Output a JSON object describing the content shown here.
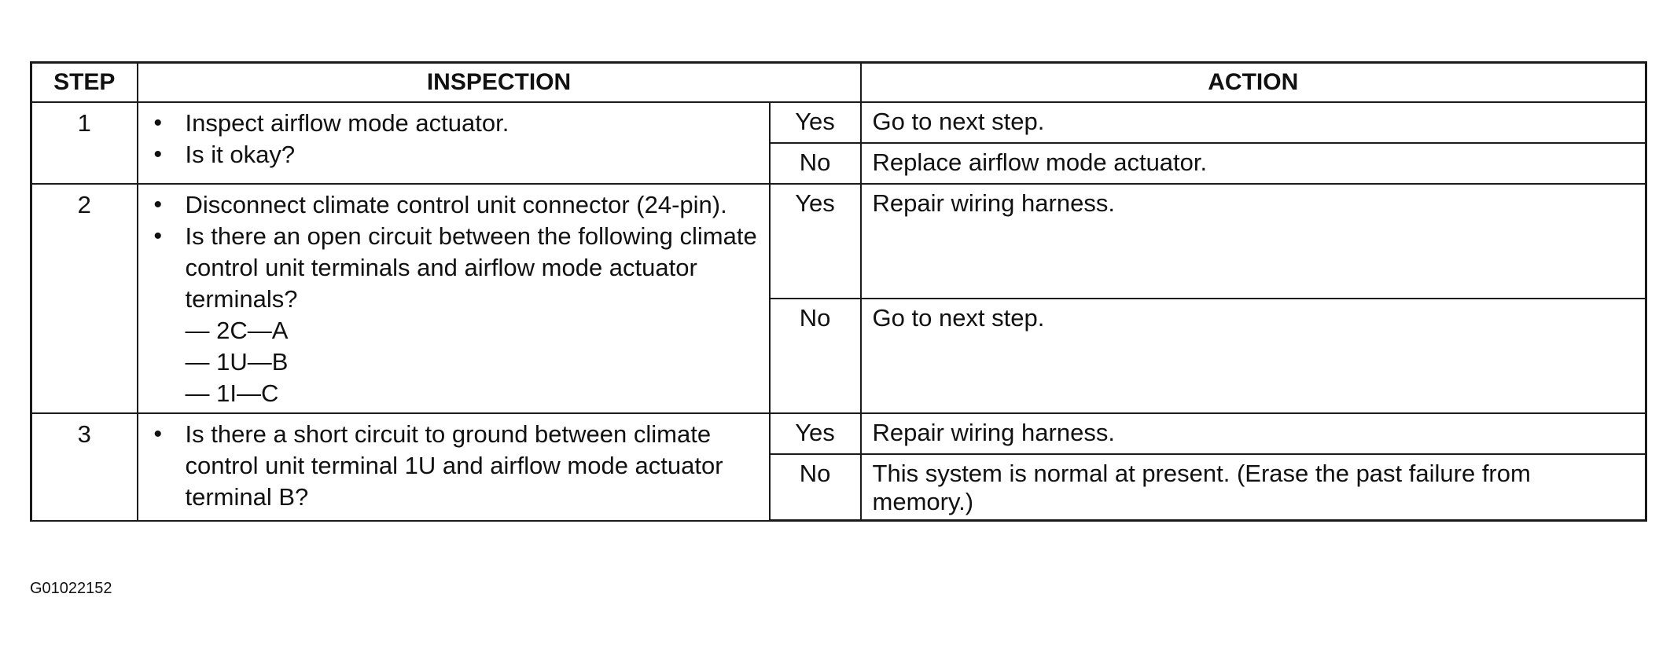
{
  "headers": {
    "step": "STEP",
    "inspection": "INSPECTION",
    "action": "ACTION"
  },
  "rows": [
    {
      "step": "1",
      "inspection": [
        "Inspect airflow mode actuator.",
        "Is it okay?"
      ],
      "answers": [
        {
          "answer": "Yes",
          "action": "Go to next step."
        },
        {
          "answer": "No",
          "action": "Replace airflow mode actuator."
        }
      ]
    },
    {
      "step": "2",
      "inspection": [
        "Disconnect climate control unit connector (24-pin).",
        "Is there an open circuit between the following climate control unit terminals and airflow mode actuator terminals?"
      ],
      "terminals": [
        "— 2C—A",
        "— 1U—B",
        "— 1I—C"
      ],
      "answers": [
        {
          "answer": "Yes",
          "action": "Repair wiring harness."
        },
        {
          "answer": "No",
          "action": "Go to next step."
        }
      ]
    },
    {
      "step": "3",
      "inspection": [
        "Is there a short circuit to ground between climate control unit terminal 1U and airflow mode actuator terminal B?"
      ],
      "answers": [
        {
          "answer": "Yes",
          "action": "Repair wiring harness."
        },
        {
          "answer": "No",
          "action": "This system is normal at present. (Erase the past failure from memory.)"
        }
      ]
    }
  ],
  "figure_code": "G01022152"
}
